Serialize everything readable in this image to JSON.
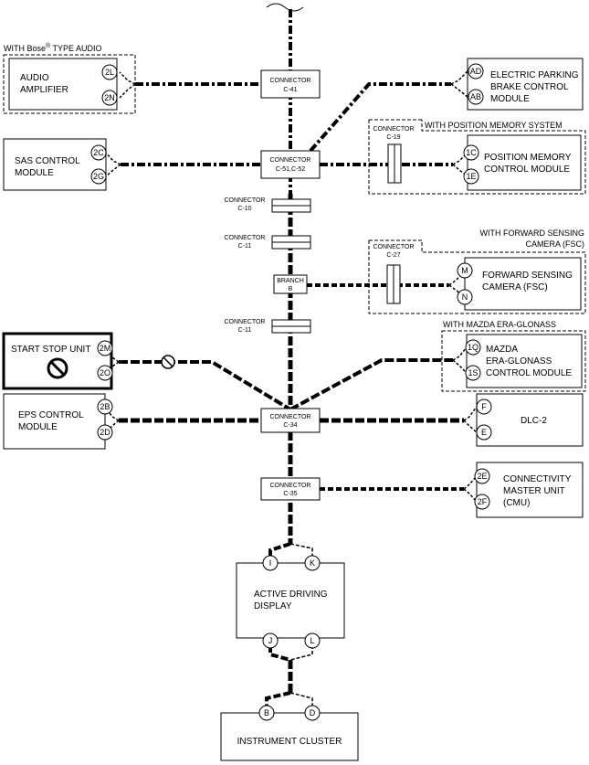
{
  "headers": {
    "bose_prefix": "WITH Bose",
    "bose_reg": "®",
    "bose_suffix": " TYPE AUDIO",
    "position_memory": "WITH POSITION MEMORY SYSTEM",
    "fsc_line1": "WITH FORWARD SENSING",
    "fsc_line2": "CAMERA (FSC)",
    "era": "WITH MAZDA ERA-GLONASS"
  },
  "modules": {
    "audio_amplifier": {
      "line1": "AUDIO",
      "line2": "AMPLIFIER",
      "pin_top": "2L",
      "pin_bottom": "2N"
    },
    "epb": {
      "line1": "ELECTRIC PARKING",
      "line2": "BRAKE CONTROL",
      "line3": "MODULE",
      "pin_top": "AD",
      "pin_bottom": "AB"
    },
    "sas": {
      "line1": "SAS CONTROL",
      "line2": "MODULE",
      "pin_top": "2C",
      "pin_bottom": "2G"
    },
    "position_memory": {
      "line1": "POSITION MEMORY",
      "line2": "CONTROL MODULE",
      "pin_top": "1C",
      "pin_bottom": "1E"
    },
    "fsc": {
      "line1": "FORWARD SENSING",
      "line2": "CAMERA (FSC)",
      "pin_top": "M",
      "pin_bottom": "N"
    },
    "start_stop": {
      "line1": "START STOP UNIT",
      "pin_top": "2M",
      "pin_bottom": "2O"
    },
    "era": {
      "line1": "MAZDA",
      "line2": "ERA-GLONASS",
      "line3": "CONTROL MODULE",
      "pin_top": "1Q",
      "pin_bottom": "1S"
    },
    "eps": {
      "line1": "EPS CONTROL",
      "line2": "MODULE",
      "pin_top": "2B",
      "pin_bottom": "2D"
    },
    "dlc2": {
      "line1": "DLC-2",
      "pin_top": "F",
      "pin_bottom": "E"
    },
    "cmu": {
      "line1": "CONNECTIVITY",
      "line2": "MASTER UNIT",
      "line3": "(CMU)",
      "pin_top": "2E",
      "pin_bottom": "2F"
    },
    "active_driving_display": {
      "line1": "ACTIVE DRIVING",
      "line2": "DISPLAY",
      "pin_tl": "I",
      "pin_tr": "K",
      "pin_bl": "J",
      "pin_br": "L"
    },
    "instrument_cluster": {
      "line1": "INSTRUMENT CLUSTER",
      "pin_l": "B",
      "pin_r": "D"
    }
  },
  "connectors": {
    "c41": {
      "line1": "CONNECTOR",
      "line2": "C-41"
    },
    "c51": {
      "line1": "CONNECTOR",
      "line2": "C-51,C-52"
    },
    "c10": {
      "line1": "CONNECTOR",
      "line2": "C-10"
    },
    "c11a": {
      "line1": "CONNECTOR",
      "line2": "C-11"
    },
    "branch": {
      "line1": "BRANCH",
      "line2": "B"
    },
    "c11b": {
      "line1": "CONNECTOR",
      "line2": "C-11"
    },
    "c34": {
      "line1": "CONNECTOR",
      "line2": "C-34"
    },
    "c35": {
      "line1": "CONNECTOR",
      "line2": "C-35"
    },
    "c19": {
      "line1": "CONNECTOR",
      "line2": "C-19"
    },
    "c27": {
      "line1": "CONNECTOR",
      "line2": "C-27"
    }
  },
  "colors": {
    "line": "#000000",
    "background": "#ffffff"
  }
}
